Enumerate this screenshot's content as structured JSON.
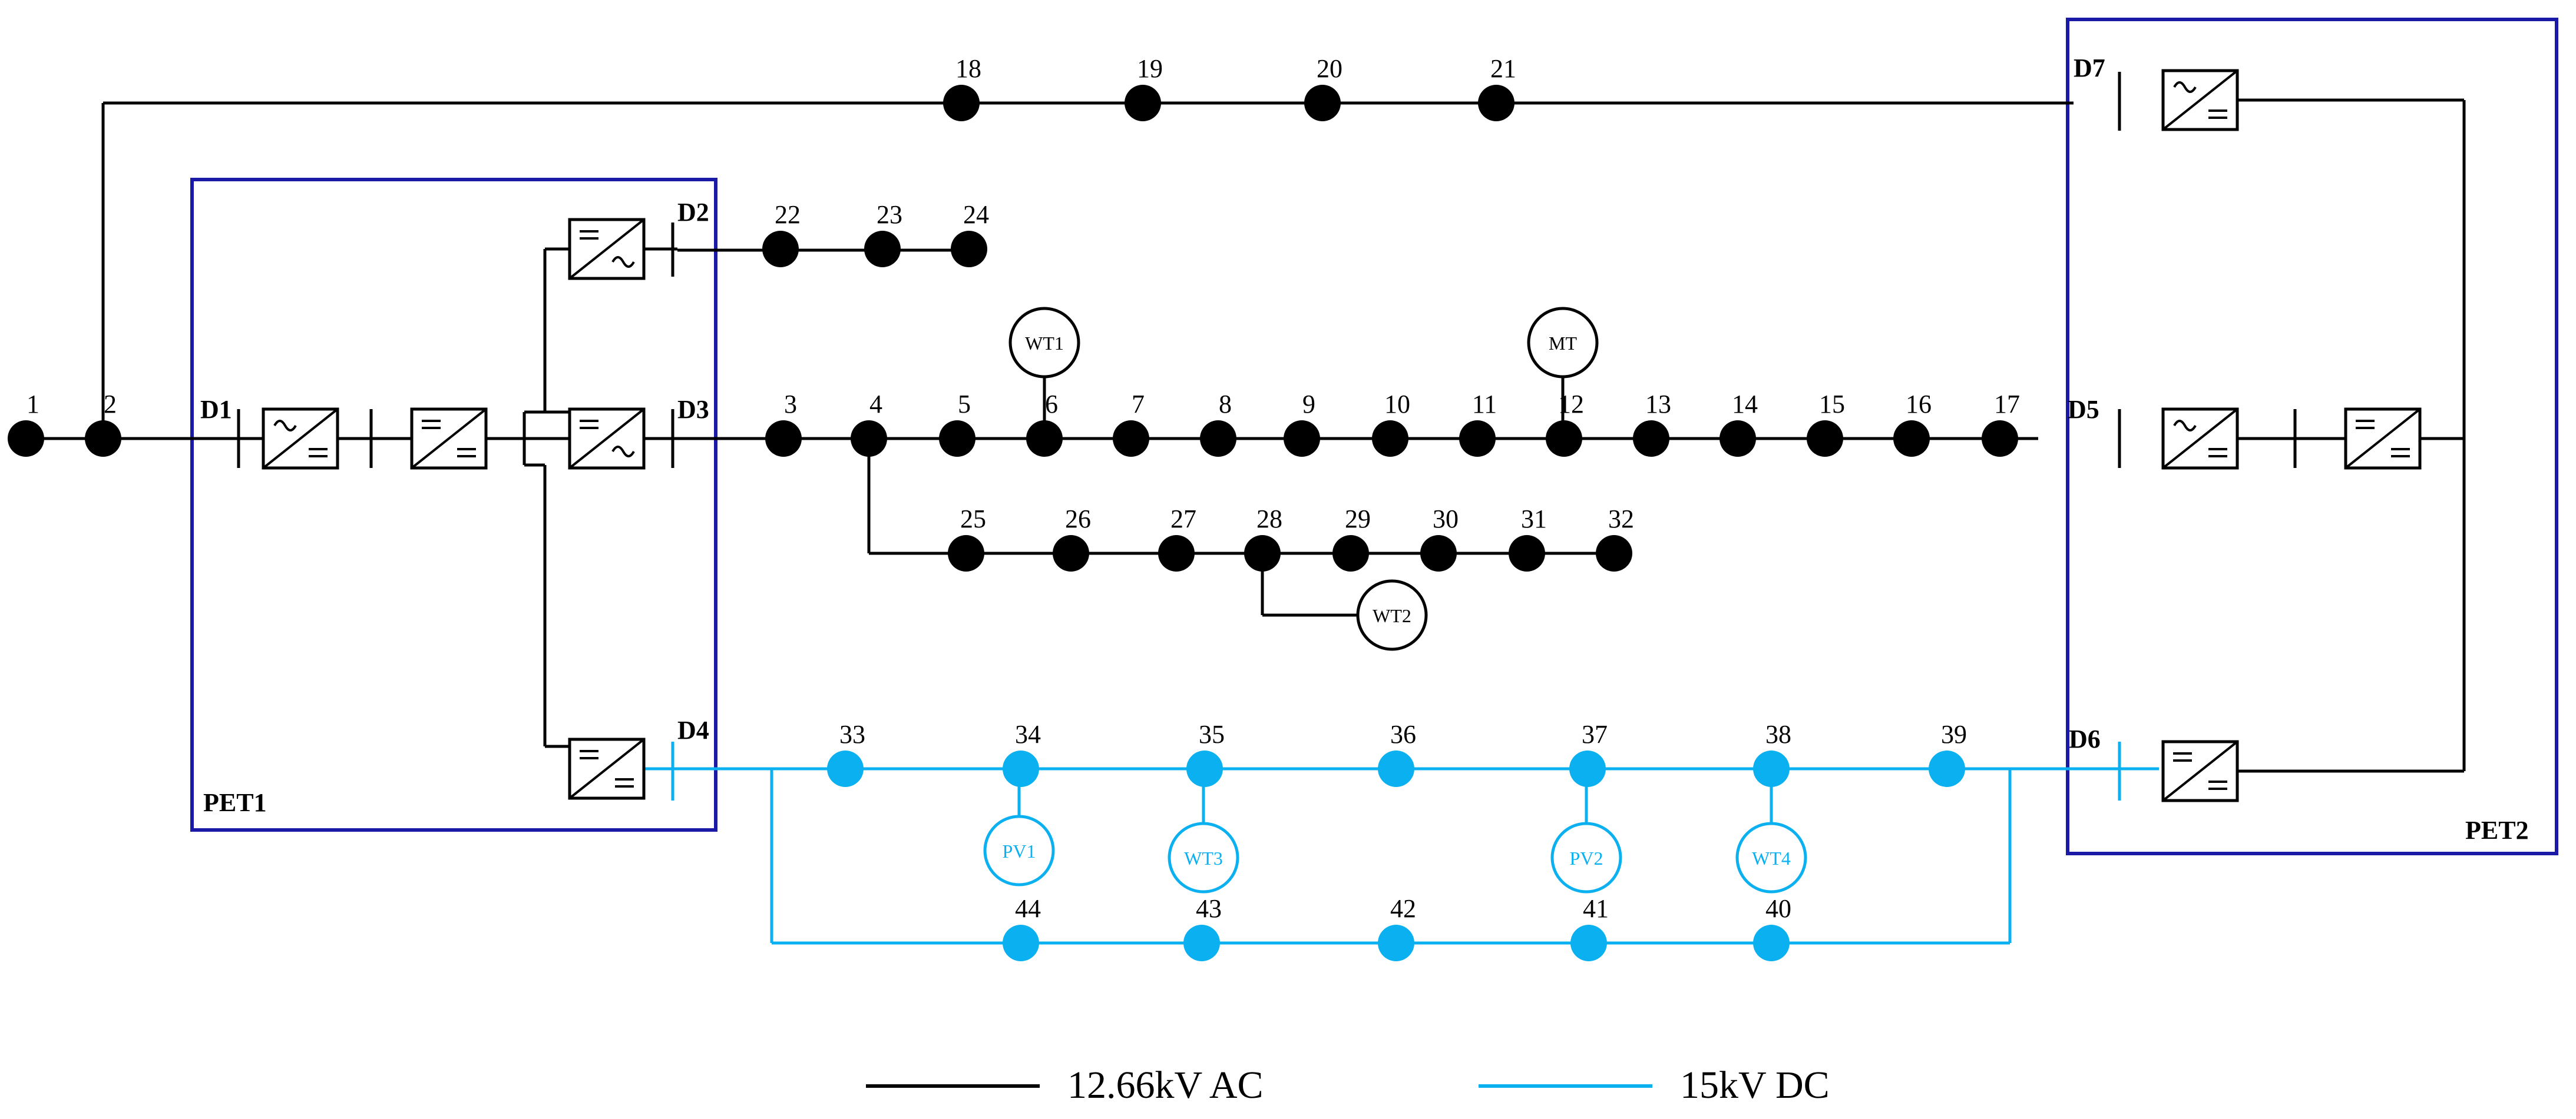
{
  "colors": {
    "ac": "#000000",
    "dc": "#0ab0ef",
    "pet_box": "#1a1aa6",
    "background": "#ffffff"
  },
  "pet_labels": [
    "PET1",
    "PET2"
  ],
  "port_labels": [
    "D1",
    "D2",
    "D3",
    "D4",
    "D5",
    "D6",
    "D7"
  ],
  "ac_nodes": [
    "1",
    "2",
    "3",
    "4",
    "5",
    "6",
    "7",
    "8",
    "9",
    "10",
    "11",
    "12",
    "13",
    "14",
    "15",
    "16",
    "17",
    "18",
    "19",
    "20",
    "21",
    "22",
    "23",
    "24",
    "25",
    "26",
    "27",
    "28",
    "29",
    "30",
    "31",
    "32"
  ],
  "dc_nodes": [
    "33",
    "34",
    "35",
    "36",
    "37",
    "38",
    "39",
    "40",
    "41",
    "42",
    "43",
    "44"
  ],
  "generators": {
    "WT1": "WT1",
    "MT": "MT",
    "WT2": "WT2",
    "PV1": "PV1",
    "WT3": "WT3",
    "PV2": "PV2",
    "WT4": "WT4"
  },
  "legend": {
    "ac": "12.66kV AC",
    "dc": "15kV DC"
  }
}
